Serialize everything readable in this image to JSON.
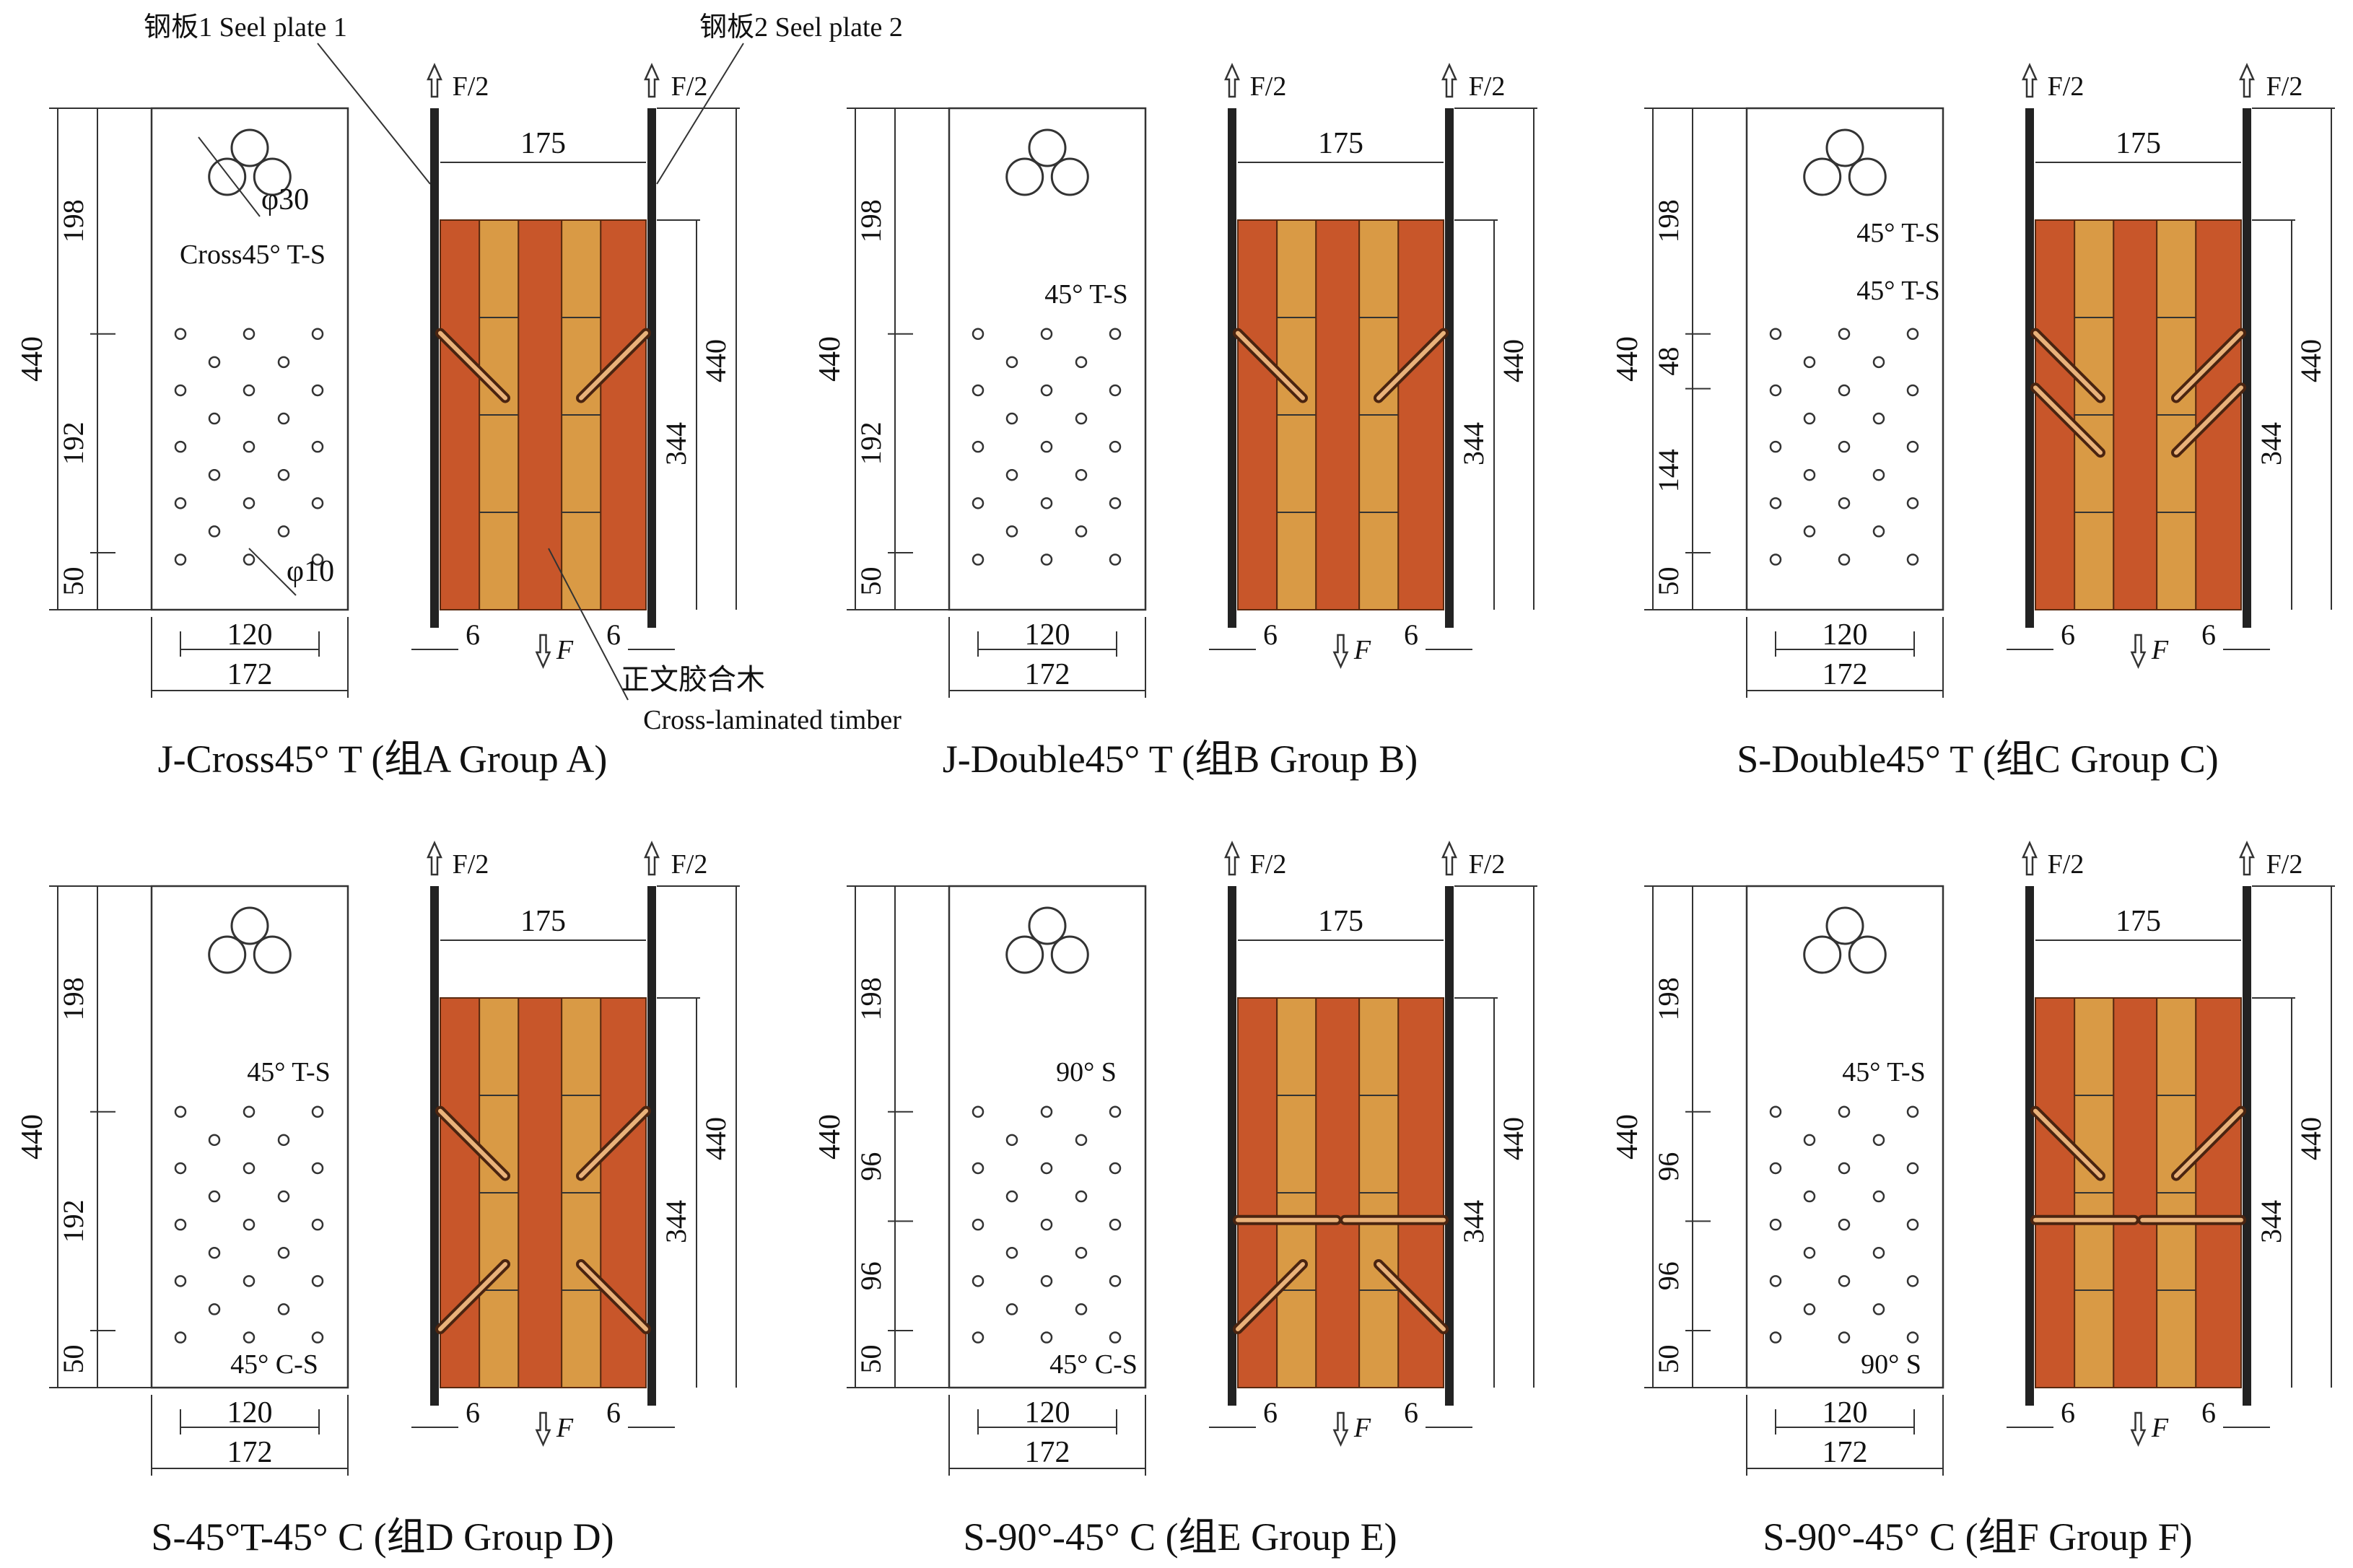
{
  "labels": {
    "steel_plate_1": "钢板1 Seel plate 1",
    "steel_plate_2": "钢板2 Seel plate 2",
    "clt_cn": "正文胶合木",
    "clt_en": "Cross-laminated timber",
    "force_half": "F/2",
    "force": "F",
    "dim_175": "175",
    "dim_172": "172",
    "dim_120": "120",
    "dim_440": "440",
    "dim_344": "344",
    "dim_6": "6",
    "phi30": "φ30",
    "phi10": "φ10"
  },
  "colors": {
    "outer_lamella": "#c8562a",
    "inner_lamella": "#d99a45",
    "steel": "#222222",
    "line": "#333333"
  },
  "panels": [
    {
      "id": "A",
      "caption": "J-Cross45° T (组A Group A)",
      "plate_dims": [
        "198",
        "192",
        "50"
      ],
      "callouts": [
        "Cross45° T-S"
      ],
      "screws": [
        {
          "a": 45,
          "y": 0.29
        },
        {
          "a": -45,
          "y": 0.29
        }
      ],
      "steel_outer": true
    },
    {
      "id": "B",
      "caption": "J-Double45° T (组B Group B)",
      "plate_dims": [
        "198",
        "192",
        "50"
      ],
      "callouts": [
        "45° T-S"
      ],
      "screws": [
        {
          "a": 45,
          "y": 0.29
        },
        {
          "a": -45,
          "y": 0.29
        }
      ],
      "steel_outer": false
    },
    {
      "id": "C",
      "caption": "S-Double45° T (组C Group C)",
      "plate_dims": [
        "198",
        "48",
        "144",
        "50"
      ],
      "callouts": [
        "45° T-S",
        "45° T-S"
      ],
      "screws": [
        {
          "a": 45,
          "y": 0.29
        },
        {
          "a": -45,
          "y": 0.29
        },
        {
          "a": 45,
          "y": 0.43
        },
        {
          "a": -45,
          "y": 0.43
        }
      ],
      "steel_outer": false
    },
    {
      "id": "D",
      "caption": "S-45°T-45° C (组D Group D)",
      "plate_dims": [
        "198",
        "192",
        "50"
      ],
      "callouts": [
        "45° T-S",
        "45° C-S"
      ],
      "screws": [
        {
          "a": 45,
          "y": 0.29
        },
        {
          "a": -45,
          "y": 0.29
        },
        {
          "a": -135,
          "y": 0.85
        },
        {
          "a": 135,
          "y": 0.85
        }
      ],
      "steel_outer": false
    },
    {
      "id": "E",
      "caption": "S-90°-45° C (组E Group E)",
      "plate_dims": [
        "198",
        "96",
        "96",
        "50"
      ],
      "callouts": [
        "90° S",
        "45° C-S"
      ],
      "screws": [
        {
          "a": 90,
          "y": 0.57
        },
        {
          "a": -90,
          "y": 0.57
        },
        {
          "a": -135,
          "y": 0.85
        },
        {
          "a": 135,
          "y": 0.85
        }
      ],
      "steel_outer": false
    },
    {
      "id": "F",
      "caption": "S-90°-45° C (组F Group F)",
      "plate_dims": [
        "198",
        "96",
        "96",
        "50"
      ],
      "callouts": [
        "45° T-S",
        "90° S"
      ],
      "screws": [
        {
          "a": 45,
          "y": 0.29
        },
        {
          "a": -45,
          "y": 0.29
        },
        {
          "a": 90,
          "y": 0.57
        },
        {
          "a": -90,
          "y": 0.57
        }
      ],
      "steel_outer": false
    }
  ]
}
